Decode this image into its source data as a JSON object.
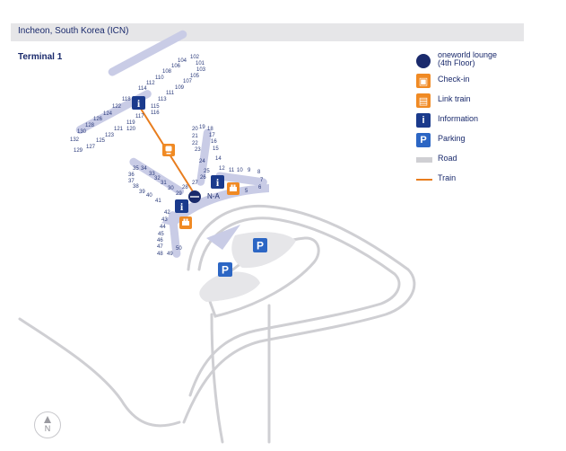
{
  "header": {
    "title": "Incheon, South Korea (ICN)"
  },
  "terminal": {
    "title": "Terminal 1"
  },
  "concourse_label": "N-A",
  "compass_label": "N",
  "legend": {
    "oneworld": "oneworld lounge",
    "oneworld_sub": "(4th Floor)",
    "checkin": "Check-in",
    "link_train": "Link train",
    "information": "Information",
    "parking": "Parking",
    "road": "Road",
    "train": "Train"
  },
  "gates": {
    "g102": "102",
    "g101": "101",
    "g103": "103",
    "g104": "104",
    "g105": "105",
    "g106": "106",
    "g107": "107",
    "g108": "108",
    "g109": "109",
    "g110": "110",
    "g111": "111",
    "g112": "112",
    "g113": "113",
    "g114": "114",
    "g115": "115",
    "g116": "116",
    "g117": "117",
    "g118": "118",
    "g119": "119",
    "g120": "120",
    "g121": "121",
    "g122": "122",
    "g123": "123",
    "g124": "124",
    "g125": "125",
    "g126": "126",
    "g127": "127",
    "g128": "128",
    "g129": "129",
    "g130": "130",
    "g132": "132",
    "g5": "5",
    "g6": "6",
    "g7": "7",
    "g8": "8",
    "g9": "9",
    "g10": "10",
    "g11": "11",
    "g12": "12",
    "g14": "14",
    "g15": "15",
    "g16": "16",
    "g17": "17",
    "g18": "18",
    "g19": "19",
    "g20": "20",
    "g21": "21",
    "g22": "22",
    "g23": "23",
    "g24": "24",
    "g25": "25",
    "g26": "26",
    "g27": "27",
    "g28": "28",
    "g29": "29",
    "g30": "30",
    "g31": "31",
    "g32": "32",
    "g33": "33",
    "g34": "34",
    "g35": "35",
    "g36": "36",
    "g37": "37",
    "g38": "38",
    "g39": "39",
    "g40": "40",
    "g41": "41",
    "g42": "42",
    "g43": "43",
    "g44": "44",
    "g45": "45",
    "g46": "46",
    "g47": "47",
    "g48": "48",
    "g49": "49",
    "g50": "50"
  },
  "colors": {
    "brand_navy": "#1a2a6c",
    "checkin_orange": "#f08a24",
    "info_navy": "#1a3a8c",
    "parking_blue": "#2c66c4",
    "road_gray": "#cfcfd3",
    "train_orange": "#e87d1e",
    "terminal_lavender": "#c9cce6"
  },
  "icons": {
    "oneworld": "oneworld-lounge-icon",
    "checkin": "checkin-icon",
    "link_train": "link-train-icon",
    "information": "information-icon",
    "parking": "parking-icon",
    "compass": "north-arrow-icon"
  }
}
